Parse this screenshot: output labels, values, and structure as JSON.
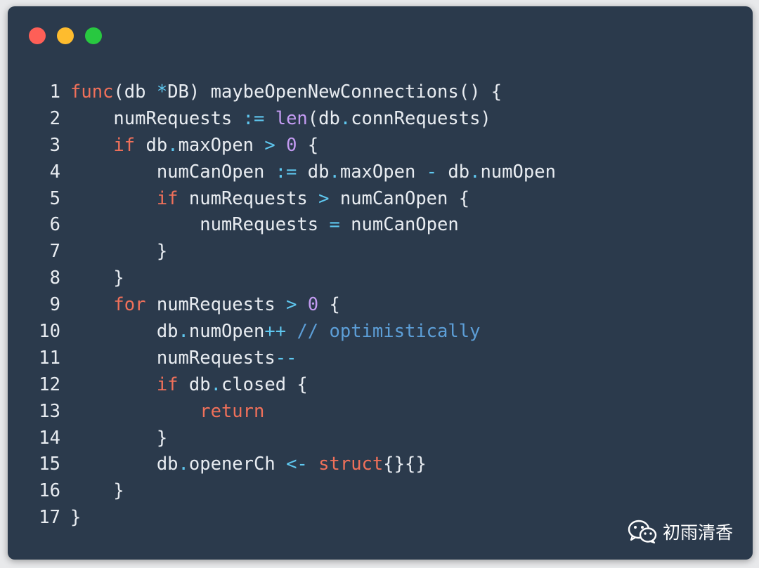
{
  "window": {
    "controls": [
      "close",
      "minimize",
      "maximize"
    ],
    "colors": {
      "background": "#2b3a4c",
      "close": "#fe5f57",
      "minimize": "#febc2e",
      "maximize": "#28c840"
    }
  },
  "code": {
    "language": "go",
    "colors": {
      "keyword": "#f0705a",
      "operator": "#5fc8f0",
      "number": "#c39bf2",
      "builtin": "#c39bf2",
      "comment": "#5d9fd8",
      "text": "#e8ecf1"
    },
    "lines": [
      {
        "n": "1",
        "tokens": [
          [
            "kw",
            "func"
          ],
          [
            "",
            "(db "
          ],
          [
            "op",
            "*"
          ],
          [
            "",
            "DB) maybeOpenNewConnections() {"
          ]
        ]
      },
      {
        "n": "2",
        "tokens": [
          [
            "",
            "    numRequests "
          ],
          [
            "op",
            ":="
          ],
          [
            "",
            " "
          ],
          [
            "fn",
            "len"
          ],
          [
            "",
            "(db"
          ],
          [
            "op",
            "."
          ],
          [
            "",
            "connRequests)"
          ]
        ]
      },
      {
        "n": "3",
        "tokens": [
          [
            "",
            "    "
          ],
          [
            "kw",
            "if"
          ],
          [
            "",
            " db"
          ],
          [
            "op",
            "."
          ],
          [
            "",
            "maxOpen "
          ],
          [
            "op",
            ">"
          ],
          [
            "",
            " "
          ],
          [
            "num",
            "0"
          ],
          [
            "",
            " {"
          ]
        ]
      },
      {
        "n": "4",
        "tokens": [
          [
            "",
            "        numCanOpen "
          ],
          [
            "op",
            ":="
          ],
          [
            "",
            " db"
          ],
          [
            "op",
            "."
          ],
          [
            "",
            "maxOpen "
          ],
          [
            "op",
            "-"
          ],
          [
            "",
            " db"
          ],
          [
            "op",
            "."
          ],
          [
            "",
            "numOpen"
          ]
        ]
      },
      {
        "n": "5",
        "tokens": [
          [
            "",
            "        "
          ],
          [
            "kw",
            "if"
          ],
          [
            "",
            " numRequests "
          ],
          [
            "op",
            ">"
          ],
          [
            "",
            " numCanOpen {"
          ]
        ]
      },
      {
        "n": "6",
        "tokens": [
          [
            "",
            "            numRequests "
          ],
          [
            "op",
            "="
          ],
          [
            "",
            " numCanOpen"
          ]
        ]
      },
      {
        "n": "7",
        "tokens": [
          [
            "",
            "        }"
          ]
        ]
      },
      {
        "n": "8",
        "tokens": [
          [
            "",
            "    }"
          ]
        ]
      },
      {
        "n": "9",
        "tokens": [
          [
            "",
            "    "
          ],
          [
            "kw",
            "for"
          ],
          [
            "",
            " numRequests "
          ],
          [
            "op",
            ">"
          ],
          [
            "",
            " "
          ],
          [
            "num",
            "0"
          ],
          [
            "",
            " {"
          ]
        ]
      },
      {
        "n": "10",
        "tokens": [
          [
            "",
            "        db"
          ],
          [
            "op",
            "."
          ],
          [
            "",
            "numOpen"
          ],
          [
            "op",
            "++"
          ],
          [
            "",
            " "
          ],
          [
            "cm",
            "// optimistically"
          ]
        ]
      },
      {
        "n": "11",
        "tokens": [
          [
            "",
            "        numRequests"
          ],
          [
            "op",
            "--"
          ]
        ]
      },
      {
        "n": "12",
        "tokens": [
          [
            "",
            "        "
          ],
          [
            "kw",
            "if"
          ],
          [
            "",
            " db"
          ],
          [
            "op",
            "."
          ],
          [
            "",
            "closed {"
          ]
        ]
      },
      {
        "n": "13",
        "tokens": [
          [
            "",
            "            "
          ],
          [
            "kw",
            "return"
          ]
        ]
      },
      {
        "n": "14",
        "tokens": [
          [
            "",
            "        }"
          ]
        ]
      },
      {
        "n": "15",
        "tokens": [
          [
            "",
            "        db"
          ],
          [
            "op",
            "."
          ],
          [
            "",
            "openerCh "
          ],
          [
            "op",
            "<-"
          ],
          [
            "",
            " "
          ],
          [
            "kw",
            "struct"
          ],
          [
            "",
            "{}{}"
          ]
        ]
      },
      {
        "n": "16",
        "tokens": [
          [
            "",
            "    }"
          ]
        ]
      },
      {
        "n": "17",
        "tokens": [
          [
            "",
            "}"
          ]
        ]
      }
    ]
  },
  "watermark": {
    "icon": "wechat-icon",
    "text": "初雨清香"
  }
}
